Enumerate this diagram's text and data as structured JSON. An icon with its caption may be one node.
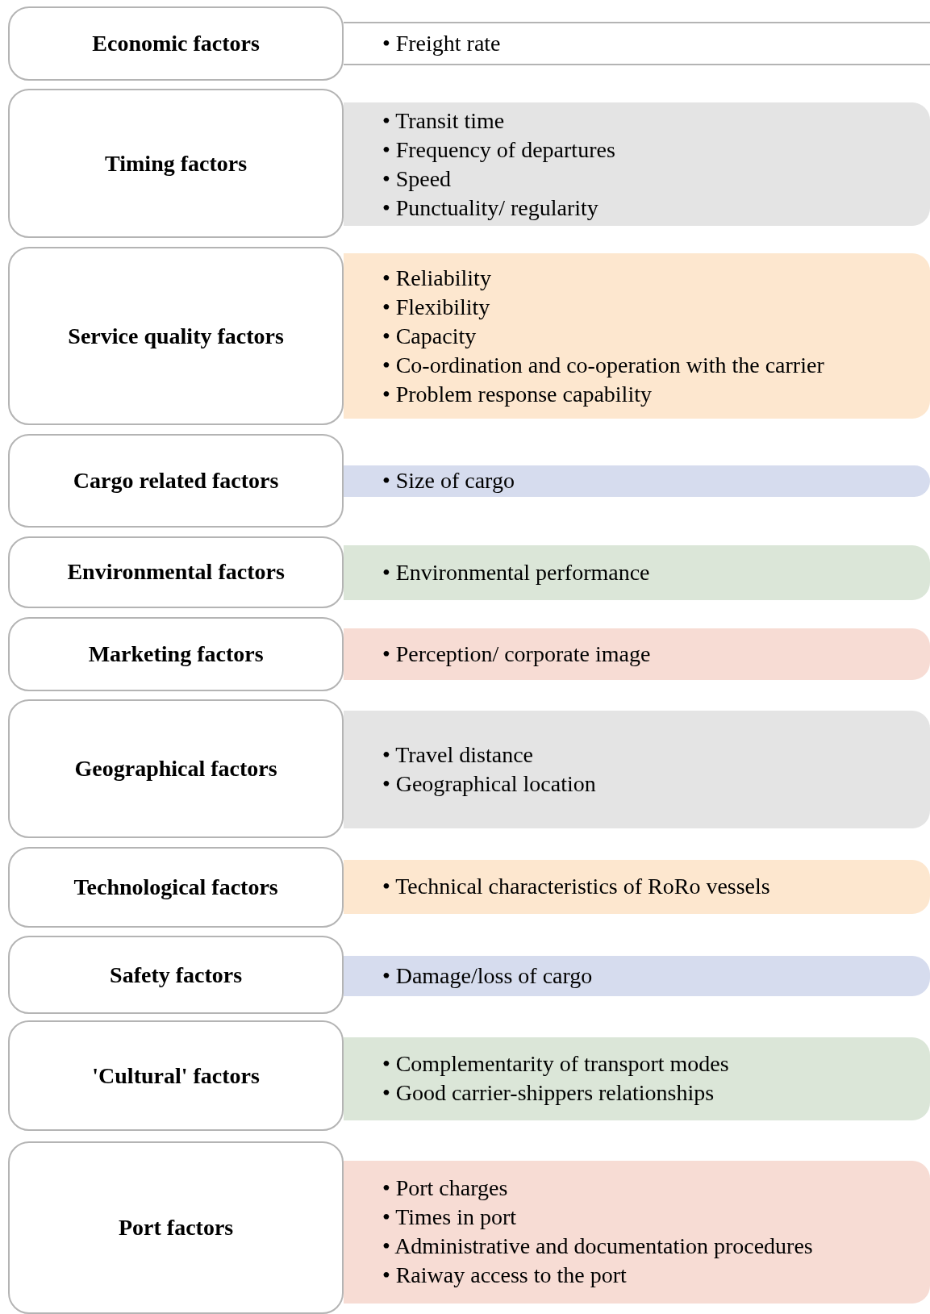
{
  "diagram": {
    "nodes": [
      {
        "text": [
          "Economic factors"
        ]
      },
      {
        "text": [
          "• Freight rate"
        ]
      },
      {
        "text": [
          "Timing factors"
        ]
      },
      {
        "text": [
          "• Transit time",
          "• Frequency of departures",
          "• Speed",
          "• Punctuality/ regularity"
        ]
      },
      {
        "text": [
          "Service quality factors"
        ]
      },
      {
        "text": [
          "• Reliability",
          "• Flexibility",
          "• Capacity",
          "• Co-ordination and co-operation with the carrier",
          "• Problem response capability"
        ]
      },
      {
        "text": [
          "Cargo related factors"
        ]
      },
      {
        "text": [
          "• Size of cargo"
        ]
      },
      {
        "text": [
          "Environmental factors"
        ]
      },
      {
        "text": [
          "• Environmental performance"
        ]
      },
      {
        "text": [
          "Marketing factors"
        ]
      },
      {
        "text": [
          "• Perception/ corporate image"
        ]
      },
      {
        "text": [
          "Geographical factors"
        ]
      },
      {
        "text": [
          "• Travel distance",
          "• Geographical location"
        ]
      },
      {
        "text": [
          "Technological factors"
        ]
      },
      {
        "text": [
          "• Technical characteristics of RoRo vessels"
        ]
      },
      {
        "text": [
          "Safety factors"
        ]
      },
      {
        "text": [
          "• Damage/loss of cargo"
        ]
      },
      {
        "text": [
          "'Cultural' factors"
        ]
      },
      {
        "text": [
          "• Complementarity of transport modes",
          "• Good carrier-shippers relationships"
        ]
      },
      {
        "text": [
          "Port factors"
        ]
      },
      {
        "text": [
          "• Port charges",
          "• Times in port",
          "• Administrative and documentation procedures",
          "• Raiway access to the port"
        ]
      }
    ]
  }
}
